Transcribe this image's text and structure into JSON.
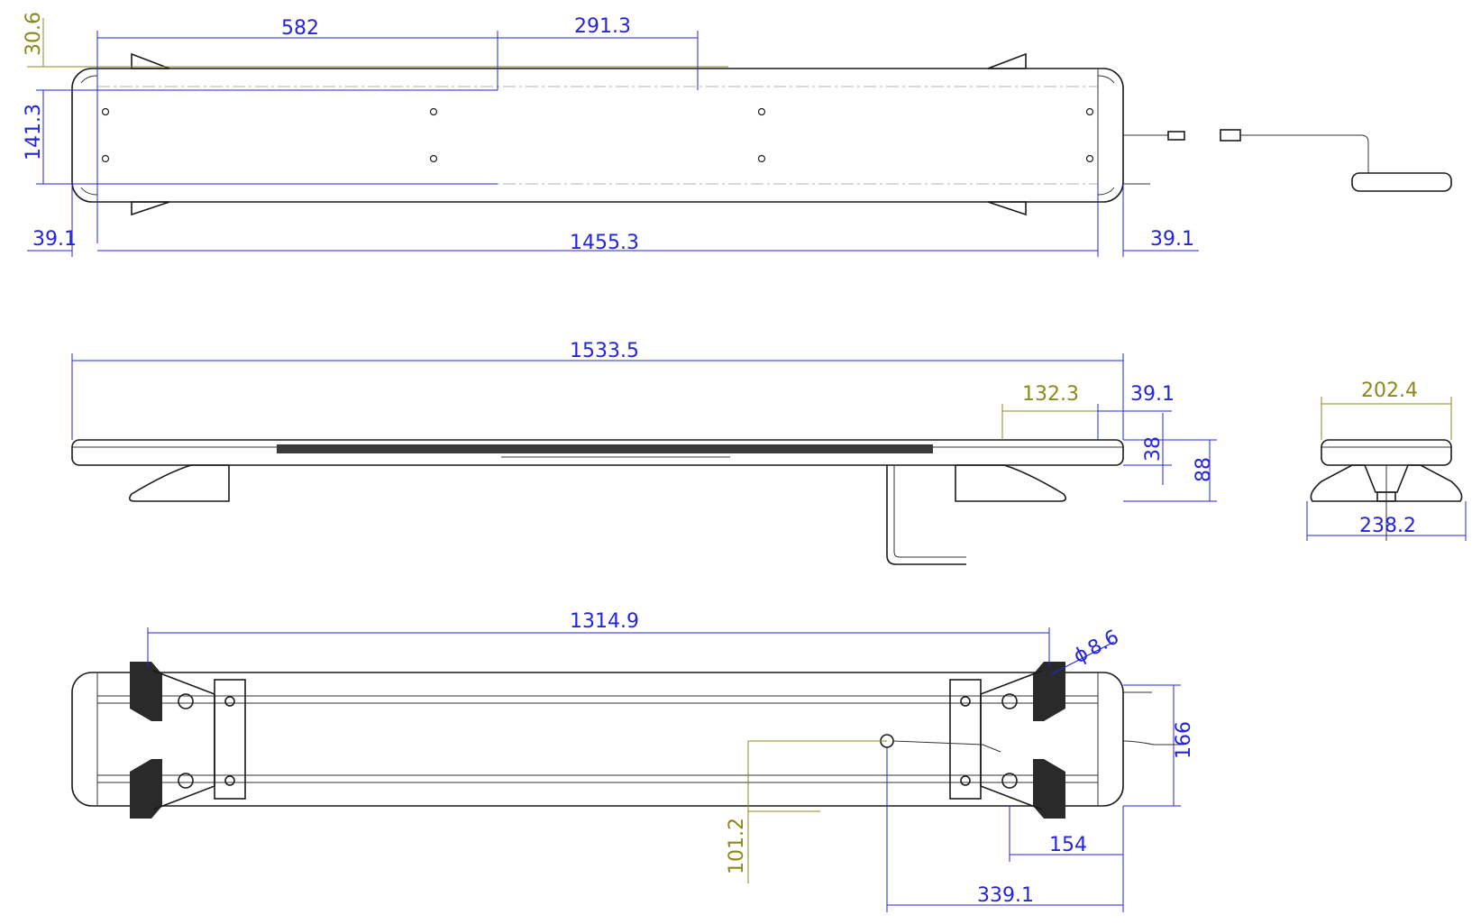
{
  "dimensions": {
    "top_view": {
      "offset_30_6": "30.6",
      "length_582": "582",
      "length_291_3": "291.3",
      "depth_141_3": "141.3",
      "end_left_39_1": "39.1",
      "inner_1455_3": "1455.3",
      "end_right_39_1": "39.1"
    },
    "side_view": {
      "overall_1533_5": "1533.5",
      "length_132_3": "132.3",
      "end_39_1": "39.1",
      "height_38": "38",
      "height_88": "88"
    },
    "end_view": {
      "width_202_4": "202.4",
      "width_238_2": "238.2"
    },
    "bottom_view": {
      "span_1314_9": "1314.9",
      "hole_dia": "8.6",
      "hole_symbol": "ϕ",
      "width_166": "166",
      "offset_101_2": "101.2",
      "offset_154": "154",
      "offset_339_1": "339.1"
    }
  },
  "colors": {
    "dimension_blue": "#2424d8",
    "dimension_olive": "#8a8a1a",
    "outline": "#1a1a1a"
  }
}
